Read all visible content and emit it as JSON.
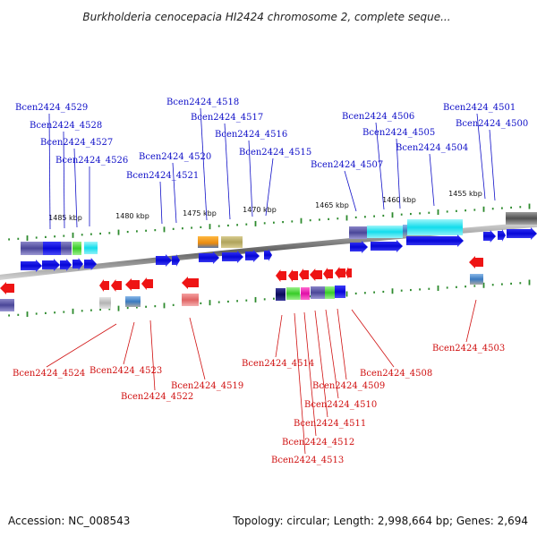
{
  "title": "Burkholderia cenocepacia HI2424 chromosome 2, complete seque...",
  "accession_text": "Accession: NC_008543",
  "summary_text": "Topology: circular; Length: 2,998,664 bp; Genes: 2,694",
  "colors": {
    "forward_label": "#1010c8",
    "reverse_label": "#d01010",
    "forward_gene": "#1414ee",
    "reverse_gene": "#ee1414",
    "backbone": "#8a8a8a",
    "tick": "#2d8a2d"
  },
  "kbp_ticks": [
    {
      "label": "1485 kbp"
    },
    {
      "label": "1480 kbp"
    },
    {
      "label": "1475 kbp"
    },
    {
      "label": "1470 kbp"
    },
    {
      "label": "1465 kbp"
    },
    {
      "label": "1460 kbp"
    },
    {
      "label": "1455 kbp"
    }
  ],
  "forward_genes": [
    {
      "name": "Bcen2424_4529"
    },
    {
      "name": "Bcen2424_4528"
    },
    {
      "name": "Bcen2424_4527"
    },
    {
      "name": "Bcen2424_4526"
    },
    {
      "name": "Bcen2424_4521"
    },
    {
      "name": "Bcen2424_4520"
    },
    {
      "name": "Bcen2424_4518"
    },
    {
      "name": "Bcen2424_4517"
    },
    {
      "name": "Bcen2424_4516"
    },
    {
      "name": "Bcen2424_4515"
    },
    {
      "name": "Bcen2424_4507"
    },
    {
      "name": "Bcen2424_4506"
    },
    {
      "name": "Bcen2424_4505"
    },
    {
      "name": "Bcen2424_4504"
    },
    {
      "name": "Bcen2424_4501"
    },
    {
      "name": "Bcen2424_4500"
    }
  ],
  "reverse_genes": [
    {
      "name": "Bcen2424_4524"
    },
    {
      "name": "Bcen2424_4523"
    },
    {
      "name": "Bcen2424_4522"
    },
    {
      "name": "Bcen2424_4519"
    },
    {
      "name": "Bcen2424_4514"
    },
    {
      "name": "Bcen2424_4513"
    },
    {
      "name": "Bcen2424_4512"
    },
    {
      "name": "Bcen2424_4511"
    },
    {
      "name": "Bcen2424_4510"
    },
    {
      "name": "Bcen2424_4509"
    },
    {
      "name": "Bcen2424_4508"
    },
    {
      "name": "Bcen2424_4503"
    }
  ]
}
